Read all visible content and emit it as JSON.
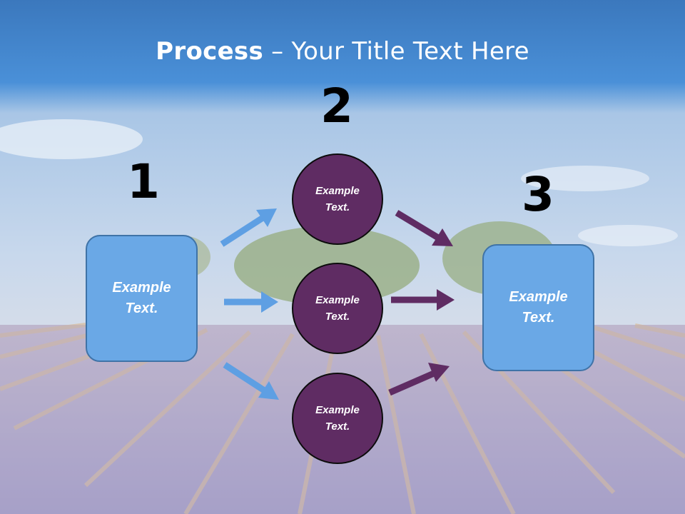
{
  "title": {
    "bold": "Process",
    "rest": " – Your Title Text Here"
  },
  "steps": [
    {
      "number": "1",
      "text_line1": "Example",
      "text_line2": "Text."
    },
    {
      "number": "2"
    },
    {
      "number": "3",
      "text_line1": "Example",
      "text_line2": "Text."
    }
  ],
  "circles": [
    {
      "text_line1": "Example",
      "text_line2": "Text."
    },
    {
      "text_line1": "Example",
      "text_line2": "Text."
    },
    {
      "text_line1": "Example",
      "text_line2": "Text."
    }
  ],
  "colors": {
    "box_fill": "#6aa8e6",
    "circle_fill": "#5f2c63",
    "blue_arrow": "#5e9fe3",
    "purple_arrow": "#5f2c63",
    "sky_top": "#3d82c8"
  }
}
